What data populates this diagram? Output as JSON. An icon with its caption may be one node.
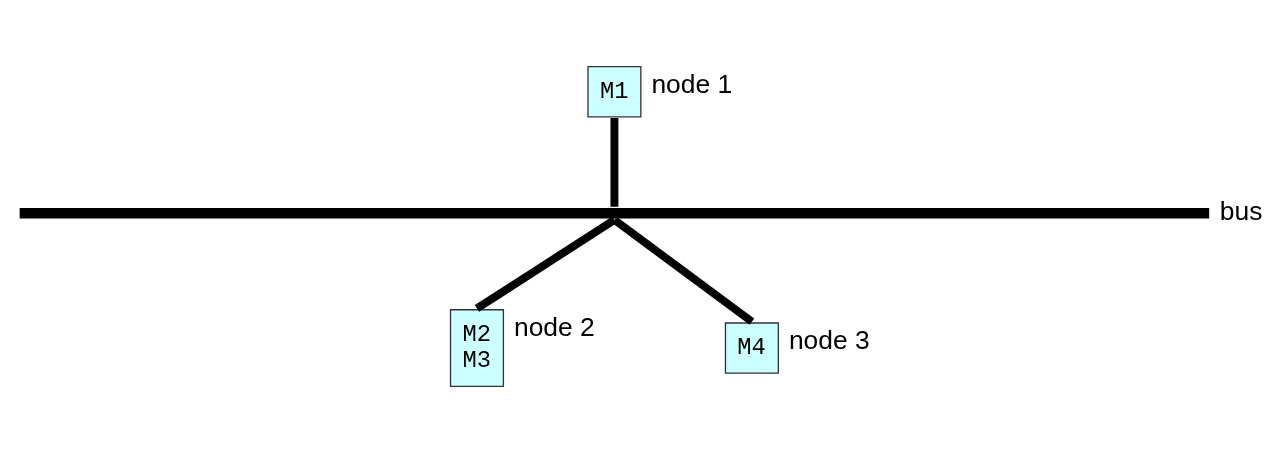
{
  "diagram": {
    "nodes": [
      {
        "text": [
          "M1"
        ],
        "beside": [
          "node 1"
        ]
      },
      {
        "text": [],
        "shape": "bar",
        "beside": [
          "bus"
        ]
      },
      {
        "text": [
          "M2",
          "M3"
        ],
        "beside": [
          "node 2"
        ]
      },
      {
        "text": [
          "M4"
        ],
        "beside": [
          "node 3"
        ]
      }
    ],
    "edges": [
      {
        "from": 0,
        "to": 1,
        "arrow": "none"
      },
      {
        "from": 1,
        "to": 2,
        "arrow": "none"
      },
      {
        "from": 1,
        "to": 3,
        "arrow": "none"
      }
    ]
  }
}
